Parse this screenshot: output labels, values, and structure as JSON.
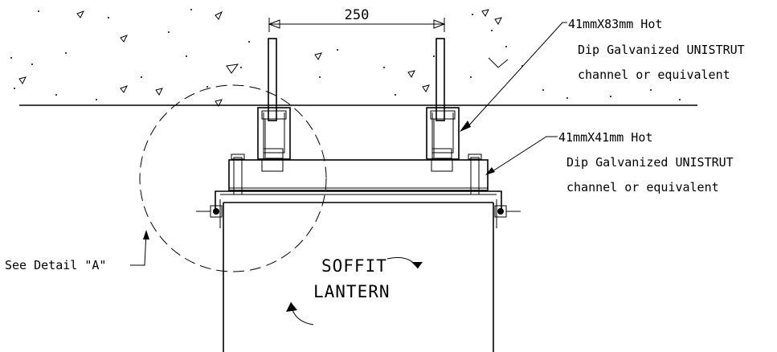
{
  "dimension": {
    "value": "250"
  },
  "callouts": {
    "channel_large": {
      "line1": "41mmX83mm Hot",
      "line2": "Dip Galvanized UNISTRUT",
      "line3": "channel or equivalent"
    },
    "channel_small": {
      "line1": "41mmX41mm Hot",
      "line2": "Dip Galvanized UNISTRUT",
      "line3": "channel or equivalent"
    },
    "detail_ref": "See Detail \"A\""
  },
  "lantern_label": {
    "line1": "SOFFIT",
    "line2": "LANTERN"
  }
}
